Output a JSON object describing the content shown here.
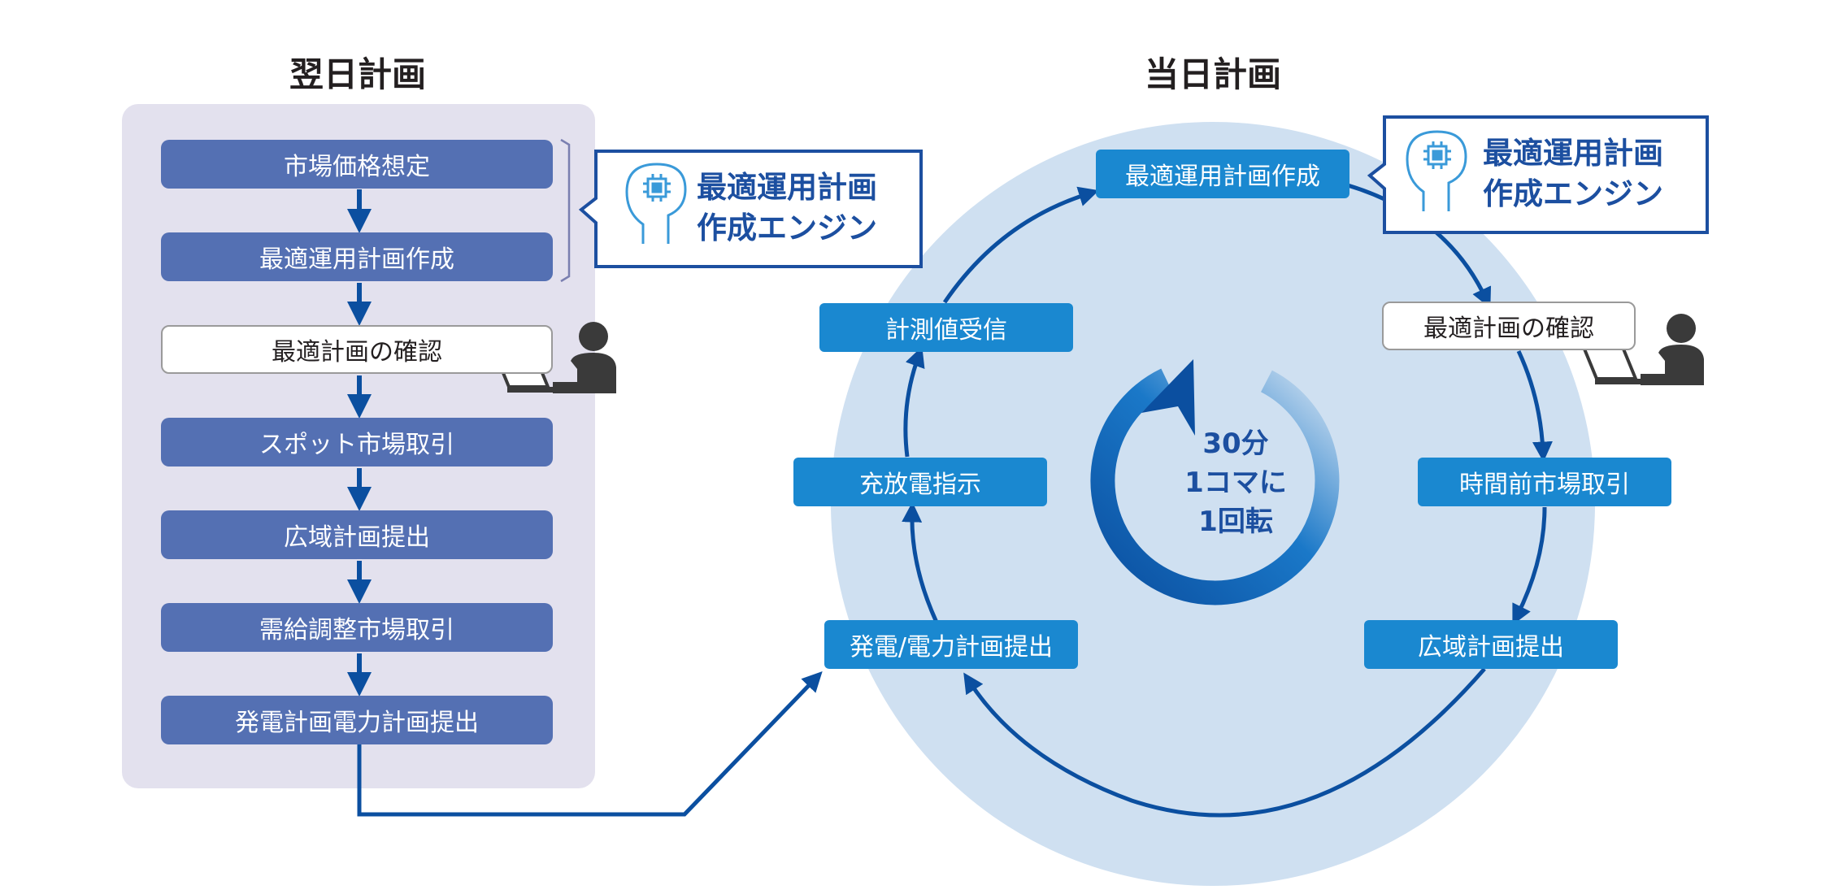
{
  "titles": {
    "next_day": "翌日計画",
    "same_day": "当日計画"
  },
  "left_flow": [
    "市場価格想定",
    "最適運用計画作成",
    "最適計画の確認",
    "スポット市場取引",
    "広域計画提出",
    "需給調整市場取引",
    "発電計画電力計画提出"
  ],
  "engine_callout": {
    "line1": "最適運用計画",
    "line2": "作成エンジン"
  },
  "cycle_steps": {
    "optimal_plan": "最適運用計画作成",
    "confirm": "最適計画の確認",
    "intraday": "時間前市場取引",
    "wide_area": "広域計画提出",
    "submit": "発電/電力計画提出",
    "dispatch": "充放電指示",
    "measurement": "計測値受信"
  },
  "center_label": {
    "line1": "30分",
    "line2": "1コマに",
    "line3": "1回転"
  },
  "colors": {
    "left_panel": "#e3e1ee",
    "flow_box": "#5470b3",
    "cycle_box": "#1a88d0",
    "circle_bg": "#cfe0f1",
    "arrow": "#0b4fa0",
    "callout_border": "#1c4fa0"
  },
  "icons": [
    "ai-brain-chip-icon",
    "person-laptop-icon"
  ]
}
